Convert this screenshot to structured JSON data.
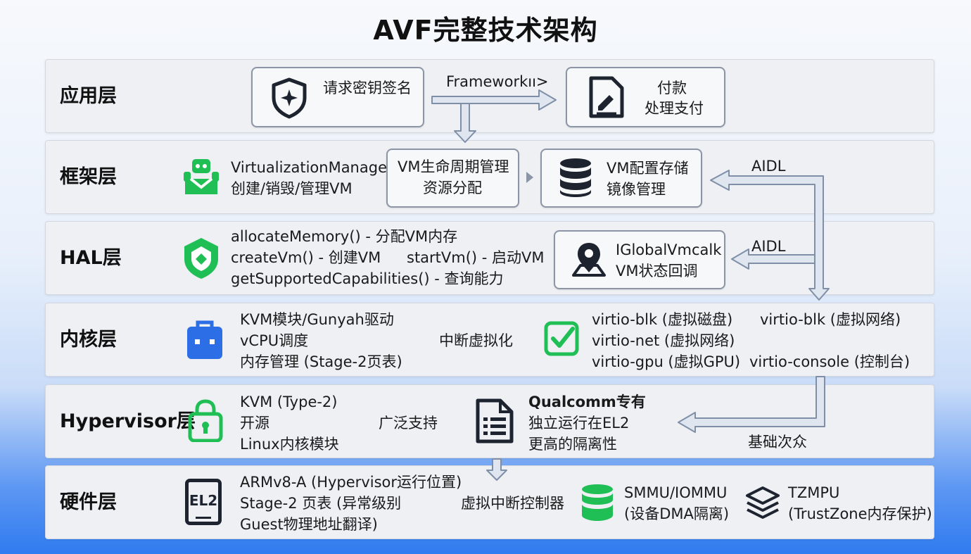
{
  "title": "AVF完整技术架构",
  "colors": {
    "green": "#1fbf55",
    "blue": "#2c6ee6",
    "dark": "#1d2430",
    "arrow": "#9fb0c8"
  },
  "layers": [
    {
      "label": "应用层"
    },
    {
      "label": "框架层"
    },
    {
      "label": "HAL层"
    },
    {
      "label": "内核层"
    },
    {
      "label": "Hypervisor层"
    },
    {
      "label": "硬件层"
    }
  ],
  "app": {
    "sign_box": {
      "text": "请求密钥签名",
      "icon": "shield-star-icon"
    },
    "framework_label": "Frameworkıı>",
    "pay_box": {
      "line1": "付款",
      "line2": "处理支付",
      "icon": "document-pen-icon"
    }
  },
  "framework": {
    "manager": {
      "line1": "VirtualizationManager",
      "line2": "创建/销毁/管理VM",
      "icon": "robot-tray-icon"
    },
    "lifecycle_box": {
      "line1": "VM生命周期管理",
      "line2": "资源分配"
    },
    "storage_box": {
      "line1": "VM配置存储",
      "line2": "镜像管理",
      "icon": "database-icon"
    },
    "aidl_label": "AIDL"
  },
  "hal": {
    "line1": "allocateMemory() - 分配VM内存",
    "line2a": "createVm() - 创建VM",
    "line2b": "startVm() - 启动VM",
    "line3": "getSupportedCapabilities() - 查询能力",
    "icon": "green-shield-icon",
    "callback_box": {
      "line1": "IGlobalVmcalk",
      "line2": "VM状态回调",
      "icon": "user-pin-icon"
    },
    "aidl_label": "AIDL"
  },
  "kernel": {
    "line1": "KVM模块/Gunyah驱动",
    "line2": "vCPU调度",
    "line3": "内存管理 (Stage-2页表)",
    "mid": "中断虚拟化",
    "icon": "briefcase-icon",
    "check_icon": "checkbox-icon",
    "virtio": [
      "virtio-blk (虚拟磁盘)",
      "virtio-blk (虚拟网络)",
      "virtio-net (虚拟网络)",
      "virtio-gpu (虚拟GPU)",
      "virtio-console (控制台)"
    ]
  },
  "hypervisor": {
    "line1": "KVM (Type-2)",
    "line2": "开源",
    "line3": "Linux内核模块",
    "mid": "广泛支持",
    "icon": "lock-icon",
    "qc_title": "Qualcomm专有",
    "qc_line1": "独立运行在EL2",
    "qc_line2": "更高的隔离性",
    "qc_icon": "list-document-icon",
    "basis_label": "基础次众"
  },
  "hardware": {
    "el2_badge": "EL2",
    "line1": "ARMv8-A (Hypervisor运行位置)",
    "line2": "Stage-2 页表 (异常级别",
    "line3": "Guest物理地址翻译)",
    "mid": "虚拟中断控制器",
    "smmu_line1": "SMMU/IOMMU",
    "smmu_line2": "(设备DMA隔离)",
    "smmu_icon": "database-green-icon",
    "tzmpu_line1": "TZMPU",
    "tzmpu_line2": "(TrustZone内存保护)",
    "tzmpu_icon": "layers-icon"
  }
}
